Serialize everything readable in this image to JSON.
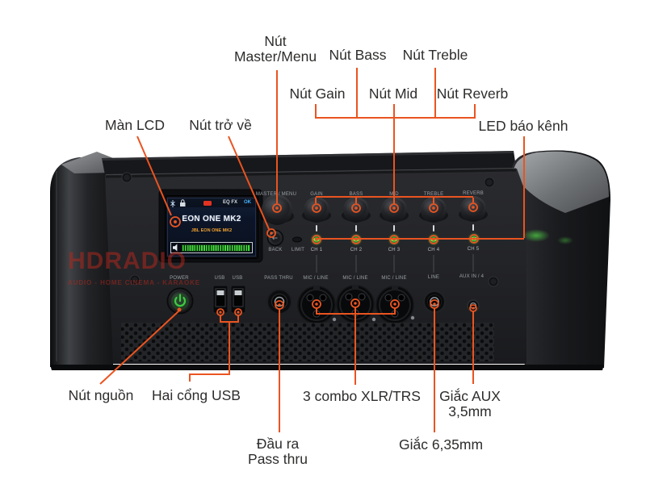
{
  "colors": {
    "accent_line": "#EA5420",
    "label_text": "#2E2D2C",
    "watermark_red": "#B5271D",
    "led_green": "#5FF04E",
    "power_green": "#3FCA44",
    "lcd_subtitle_orange": "#F0A030",
    "lcd_ok_blue": "#45B4FF"
  },
  "annotations": {
    "master_menu": {
      "line1": "Nút",
      "line2": "Master/Menu"
    },
    "gain": "Nút Gain",
    "bass": "Nút Bass",
    "mid": "Nút Mid",
    "treble": "Nút Treble",
    "reverb": "Nút Reverb",
    "led_channels": "LED báo kênh",
    "lcd": "Màn LCD",
    "back": "Nút trở về",
    "power": "Nút nguồn",
    "usb": "Hai cổng USB",
    "xlr": "3 combo XLR/TRS",
    "passthru": {
      "line1": "Đầu ra",
      "line2": "Pass thru"
    },
    "jack_635": "Giắc 6,35mm",
    "aux": {
      "line1": "Giắc AUX",
      "line2": "3,5mm"
    }
  },
  "panel": {
    "knob_labels": [
      "MASTER / MENU",
      "GAIN",
      "BASS",
      "MID",
      "TREBLE",
      "REVERB"
    ],
    "button_back": "BACK",
    "led_limit": "LIMIT",
    "channels": [
      "CH 1",
      "CH 2",
      "CH 3",
      "CH 4",
      "CH 5"
    ],
    "jack_labels": [
      "POWER",
      "USB",
      "USB",
      "PASS THRU",
      "MIC / LINE",
      "MIC / LINE",
      "MIC / LINE",
      "LINE",
      "AUX IN / 4"
    ],
    "lcd": {
      "status_eq": "EQ FX",
      "status_ok": "OK",
      "title": "EON ONE MK2",
      "subtitle": "JBL EON ONE MK2"
    }
  },
  "watermark": {
    "brand": "HDRADIO",
    "tagline": "AUDIO - HOME CINEMA - KARAOKE"
  }
}
